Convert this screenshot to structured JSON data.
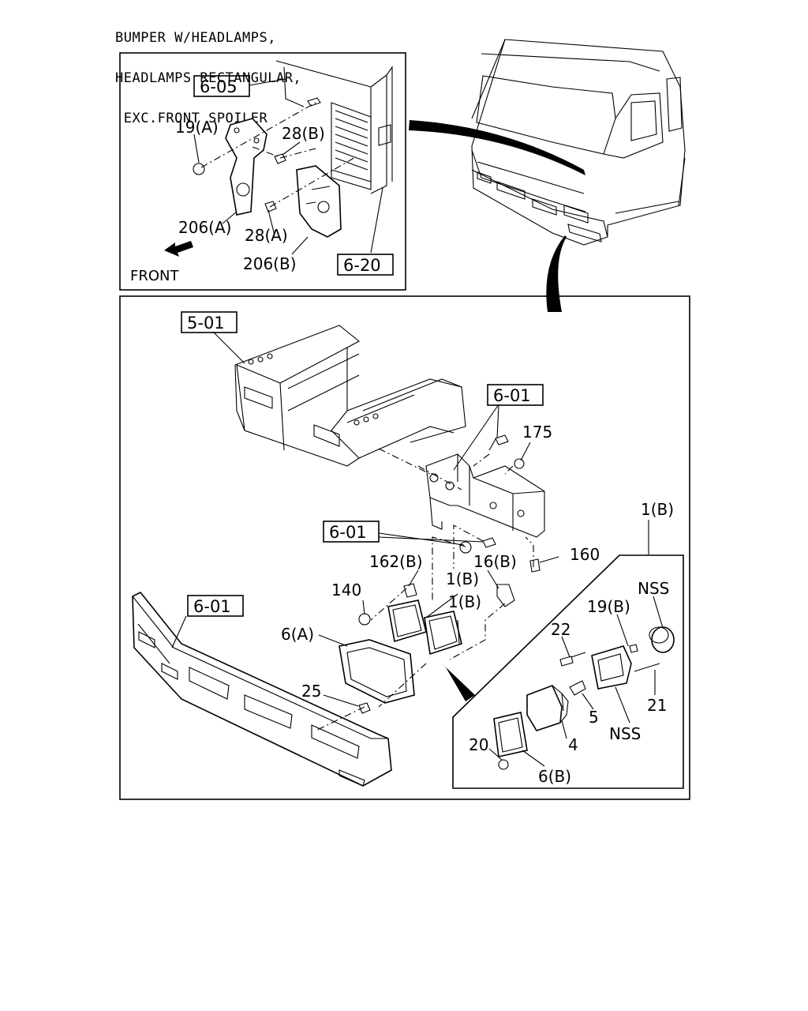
{
  "title_lines": [
    "BUMPER W/HEADLAMPS,",
    "HEADLAMPS RECTANGULAR,",
    " EXC.FRONT SPOILER"
  ],
  "inset_top": {
    "refs": [
      "6-05",
      "6-20"
    ],
    "labels": [
      "19(A)",
      "28(B)",
      "206(A)",
      "28(A)",
      "206(B)"
    ],
    "front_label": "FRONT"
  },
  "main": {
    "refs": [
      "5-01",
      "6-01",
      "6-01",
      "6-01"
    ],
    "labels": [
      "175",
      "1(B)",
      "160",
      "162(B)",
      "16(B)",
      "1(B)",
      "140",
      "1(B)",
      "6(A)",
      "25"
    ]
  },
  "detail": {
    "labels": [
      "NSS",
      "19(B)",
      "22",
      "21",
      "5",
      "NSS",
      "20",
      "4",
      "6(B)"
    ]
  }
}
